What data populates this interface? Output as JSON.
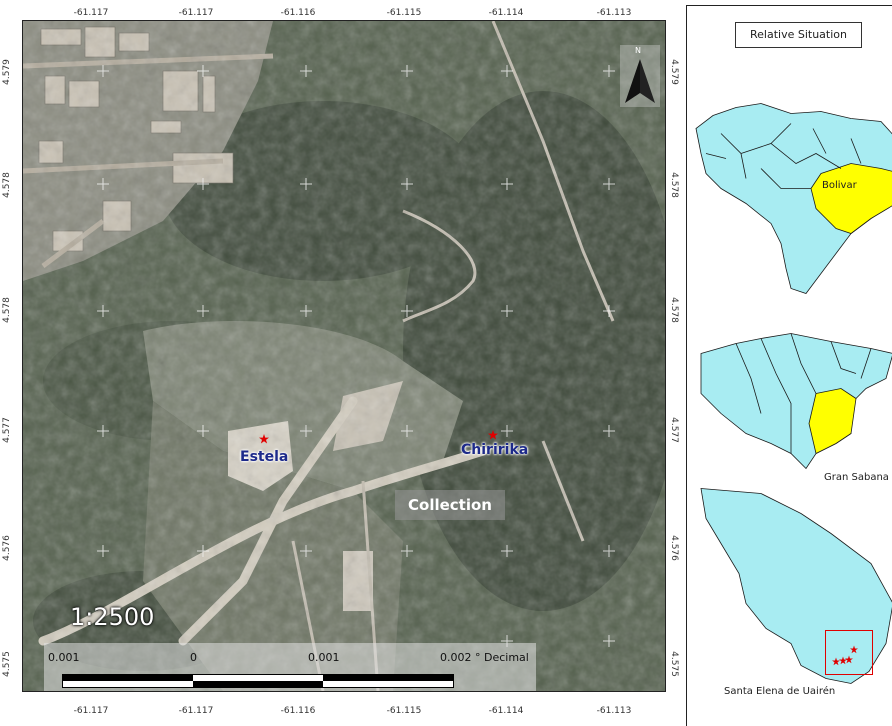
{
  "map": {
    "top_coords": [
      "-61.117",
      "-61.117",
      "-61.116",
      "-61.115",
      "-61.114",
      "-61.113"
    ],
    "bottom_coords": [
      "-61.117",
      "-61.117",
      "-61.116",
      "-61.115",
      "-61.114",
      "-61.113"
    ],
    "left_coords": [
      "4.579",
      "4.578",
      "4.578",
      "4.577",
      "4.576",
      "4.575"
    ],
    "right_coords": [
      "4.579",
      "4.578",
      "4.578",
      "4.577",
      "4.576",
      "4.575"
    ],
    "sites": [
      {
        "name": "Estela"
      },
      {
        "name": "Chiririka"
      }
    ],
    "collection_label": "Collection",
    "north_label": "N",
    "scale": {
      "ratio": "1:2500",
      "ticks": [
        "0.001",
        "0",
        "0.001",
        "0.002 ° Decimal"
      ]
    },
    "colors": {
      "site_label": "#1d2a8a",
      "site_marker": "#e00000",
      "vegetation": "#55604f"
    }
  },
  "side_panel": {
    "title": "Relative Situation",
    "state_label": "Bolivar",
    "municipality_label": "Gran Sabana",
    "town_label": "Santa Elena de Uairén",
    "colors": {
      "land": "#a8ecf2",
      "highlight": "#ffff00",
      "inset_frame": "#e00000"
    }
  }
}
